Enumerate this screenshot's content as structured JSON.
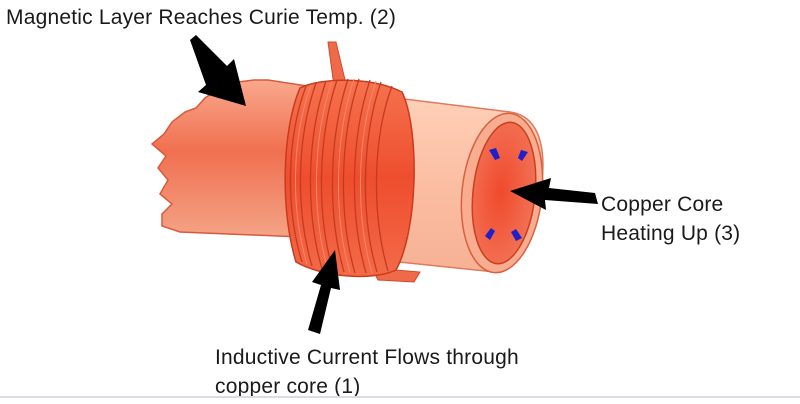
{
  "labels": {
    "magnetic_layer": "Magnetic Layer Reaches Curie Temp. (2)",
    "copper_core": [
      "Copper Core",
      "Heating Up (3)"
    ],
    "inductive_current": [
      "Inductive Current Flows through",
      "copper core  (1)"
    ]
  },
  "colors": {
    "tube_body": "#f0826a",
    "tube_highlight": "#ffcbb3",
    "coil": "#ef5030",
    "coil_ring": "#d93a20",
    "core_face": "#ef5a3c",
    "arrow": "#000000",
    "flow_marks": "#1a1acc",
    "label_text": "#1a1a1a"
  },
  "icons": {
    "pointer": "black-arrow",
    "flow": "blue-small-arrow"
  }
}
